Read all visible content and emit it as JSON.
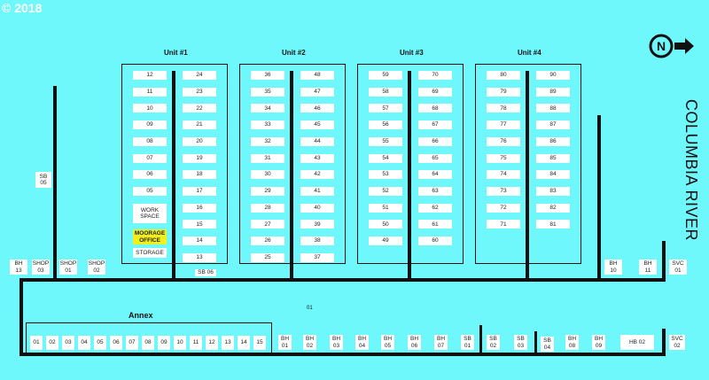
{
  "copyright": "© 2018",
  "river_label": "COLUMBIA RIVER",
  "compass_letter": "N",
  "annex_label": "Annex",
  "walkway_label": "01",
  "colors": {
    "water": "#6ff8fb",
    "slip": "#ffffff",
    "office": "#f1ef1c",
    "dock": "#111111"
  },
  "units": [
    {
      "title": "Unit #1",
      "left": [
        "12",
        "11",
        "10",
        "09",
        "08",
        "07",
        "06",
        "05"
      ],
      "right": [
        "24",
        "23",
        "22",
        "21",
        "20",
        "19",
        "18",
        "17",
        "16",
        "15",
        "14",
        "13"
      ],
      "special": [
        "WORK\nSPACE",
        "MOORAGE\nOFFICE",
        "STORAGE"
      ]
    },
    {
      "title": "Unit #2",
      "left": [
        "36",
        "35",
        "34",
        "33",
        "32",
        "31",
        "30",
        "29",
        "28",
        "27",
        "26",
        "25"
      ],
      "right": [
        "48",
        "47",
        "46",
        "45",
        "44",
        "43",
        "42",
        "41",
        "40",
        "39",
        "38",
        "37"
      ]
    },
    {
      "title": "Unit #3",
      "left": [
        "59",
        "58",
        "57",
        "56",
        "55",
        "54",
        "53",
        "52",
        "51",
        "50",
        "49"
      ],
      "right": [
        "70",
        "69",
        "68",
        "67",
        "66",
        "65",
        "64",
        "63",
        "62",
        "61",
        "60"
      ]
    },
    {
      "title": "Unit #4",
      "left": [
        "80",
        "79",
        "78",
        "77",
        "76",
        "75",
        "74",
        "73",
        "72",
        "71"
      ],
      "right": [
        "90",
        "89",
        "88",
        "87",
        "86",
        "85",
        "84",
        "83",
        "82",
        "81"
      ]
    }
  ],
  "upper_row": [
    "BH\n13",
    "SHOP\n03",
    "SHOP\n01",
    "SHOP\n02",
    "SB 06",
    "BH\n10",
    "BH\n11",
    "SVC\n01"
  ],
  "side_slip": "SB\n05",
  "annex_slips": [
    "01",
    "02",
    "03",
    "04",
    "05",
    "06",
    "07",
    "08",
    "09",
    "10",
    "11",
    "12",
    "13",
    "14",
    "15"
  ],
  "lower_row": [
    "BH\n01",
    "BH\n02",
    "BH\n03",
    "BH\n04",
    "BH\n05",
    "BH\n06",
    "BH\n07",
    "SB\n01",
    "SB\n02",
    "SB\n03",
    "SB\n04",
    "BH\n08",
    "BH\n09",
    "HB 02",
    "SVC\n02"
  ]
}
